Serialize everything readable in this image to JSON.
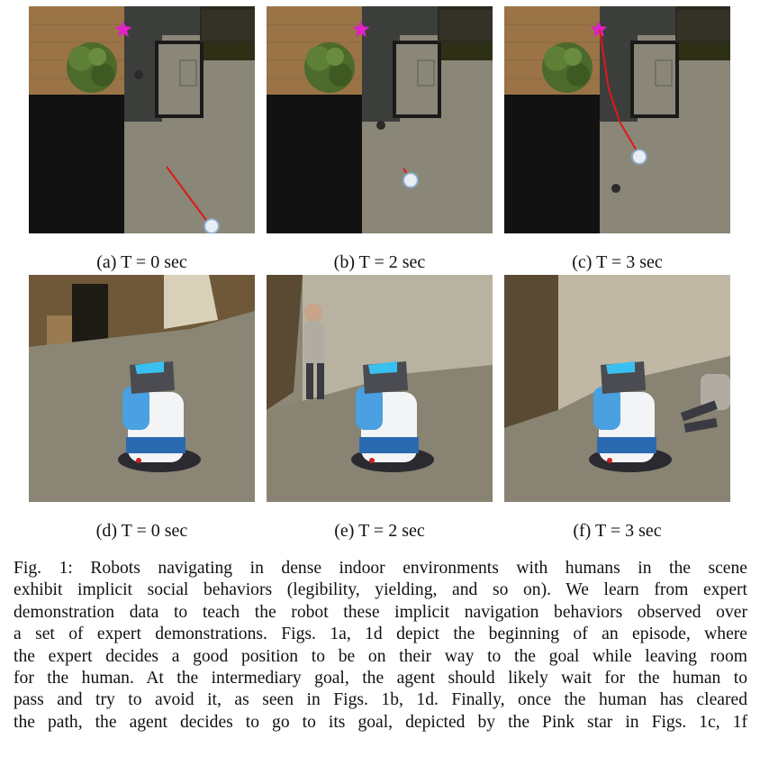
{
  "subfigures": [
    {
      "caption": "(a) T = 0 sec"
    },
    {
      "caption": "(b) T = 2 sec"
    },
    {
      "caption": "(c) T = 3 sec"
    },
    {
      "caption": "(d) T = 0 sec"
    },
    {
      "caption": "(e) T = 2 sec"
    },
    {
      "caption": "(f) T = 3 sec"
    }
  ],
  "figure_caption_lines": [
    "Fig. 1: Robots navigating in dense indoor environments with humans in the scene",
    "exhibit implicit social behaviors (legibility, yielding, and so on). We learn from expert",
    "demonstration data to teach the robot these implicit navigation behaviors observed over",
    "a set of expert demonstrations. Figs. 1a, 1d depict the beginning of an episode, where",
    "the expert decides a good position to be on their way to the goal while leaving room",
    "for the human. At the intermediary goal, the agent should likely wait for the human to",
    "pass and try to avoid it, as seen in Figs. 1b, 1d. Finally, once the human has cleared",
    "the path, the agent decides to go to its goal, depicted by the Pink star in Figs. 1c, 1f"
  ],
  "colors": {
    "goal_star": "#e020c8",
    "trajectory": "#e01818",
    "floor": "#8a8678",
    "wood": "#9a7446",
    "wall_dark": "#1a1a1a",
    "corridor": "#3c3e3c"
  }
}
